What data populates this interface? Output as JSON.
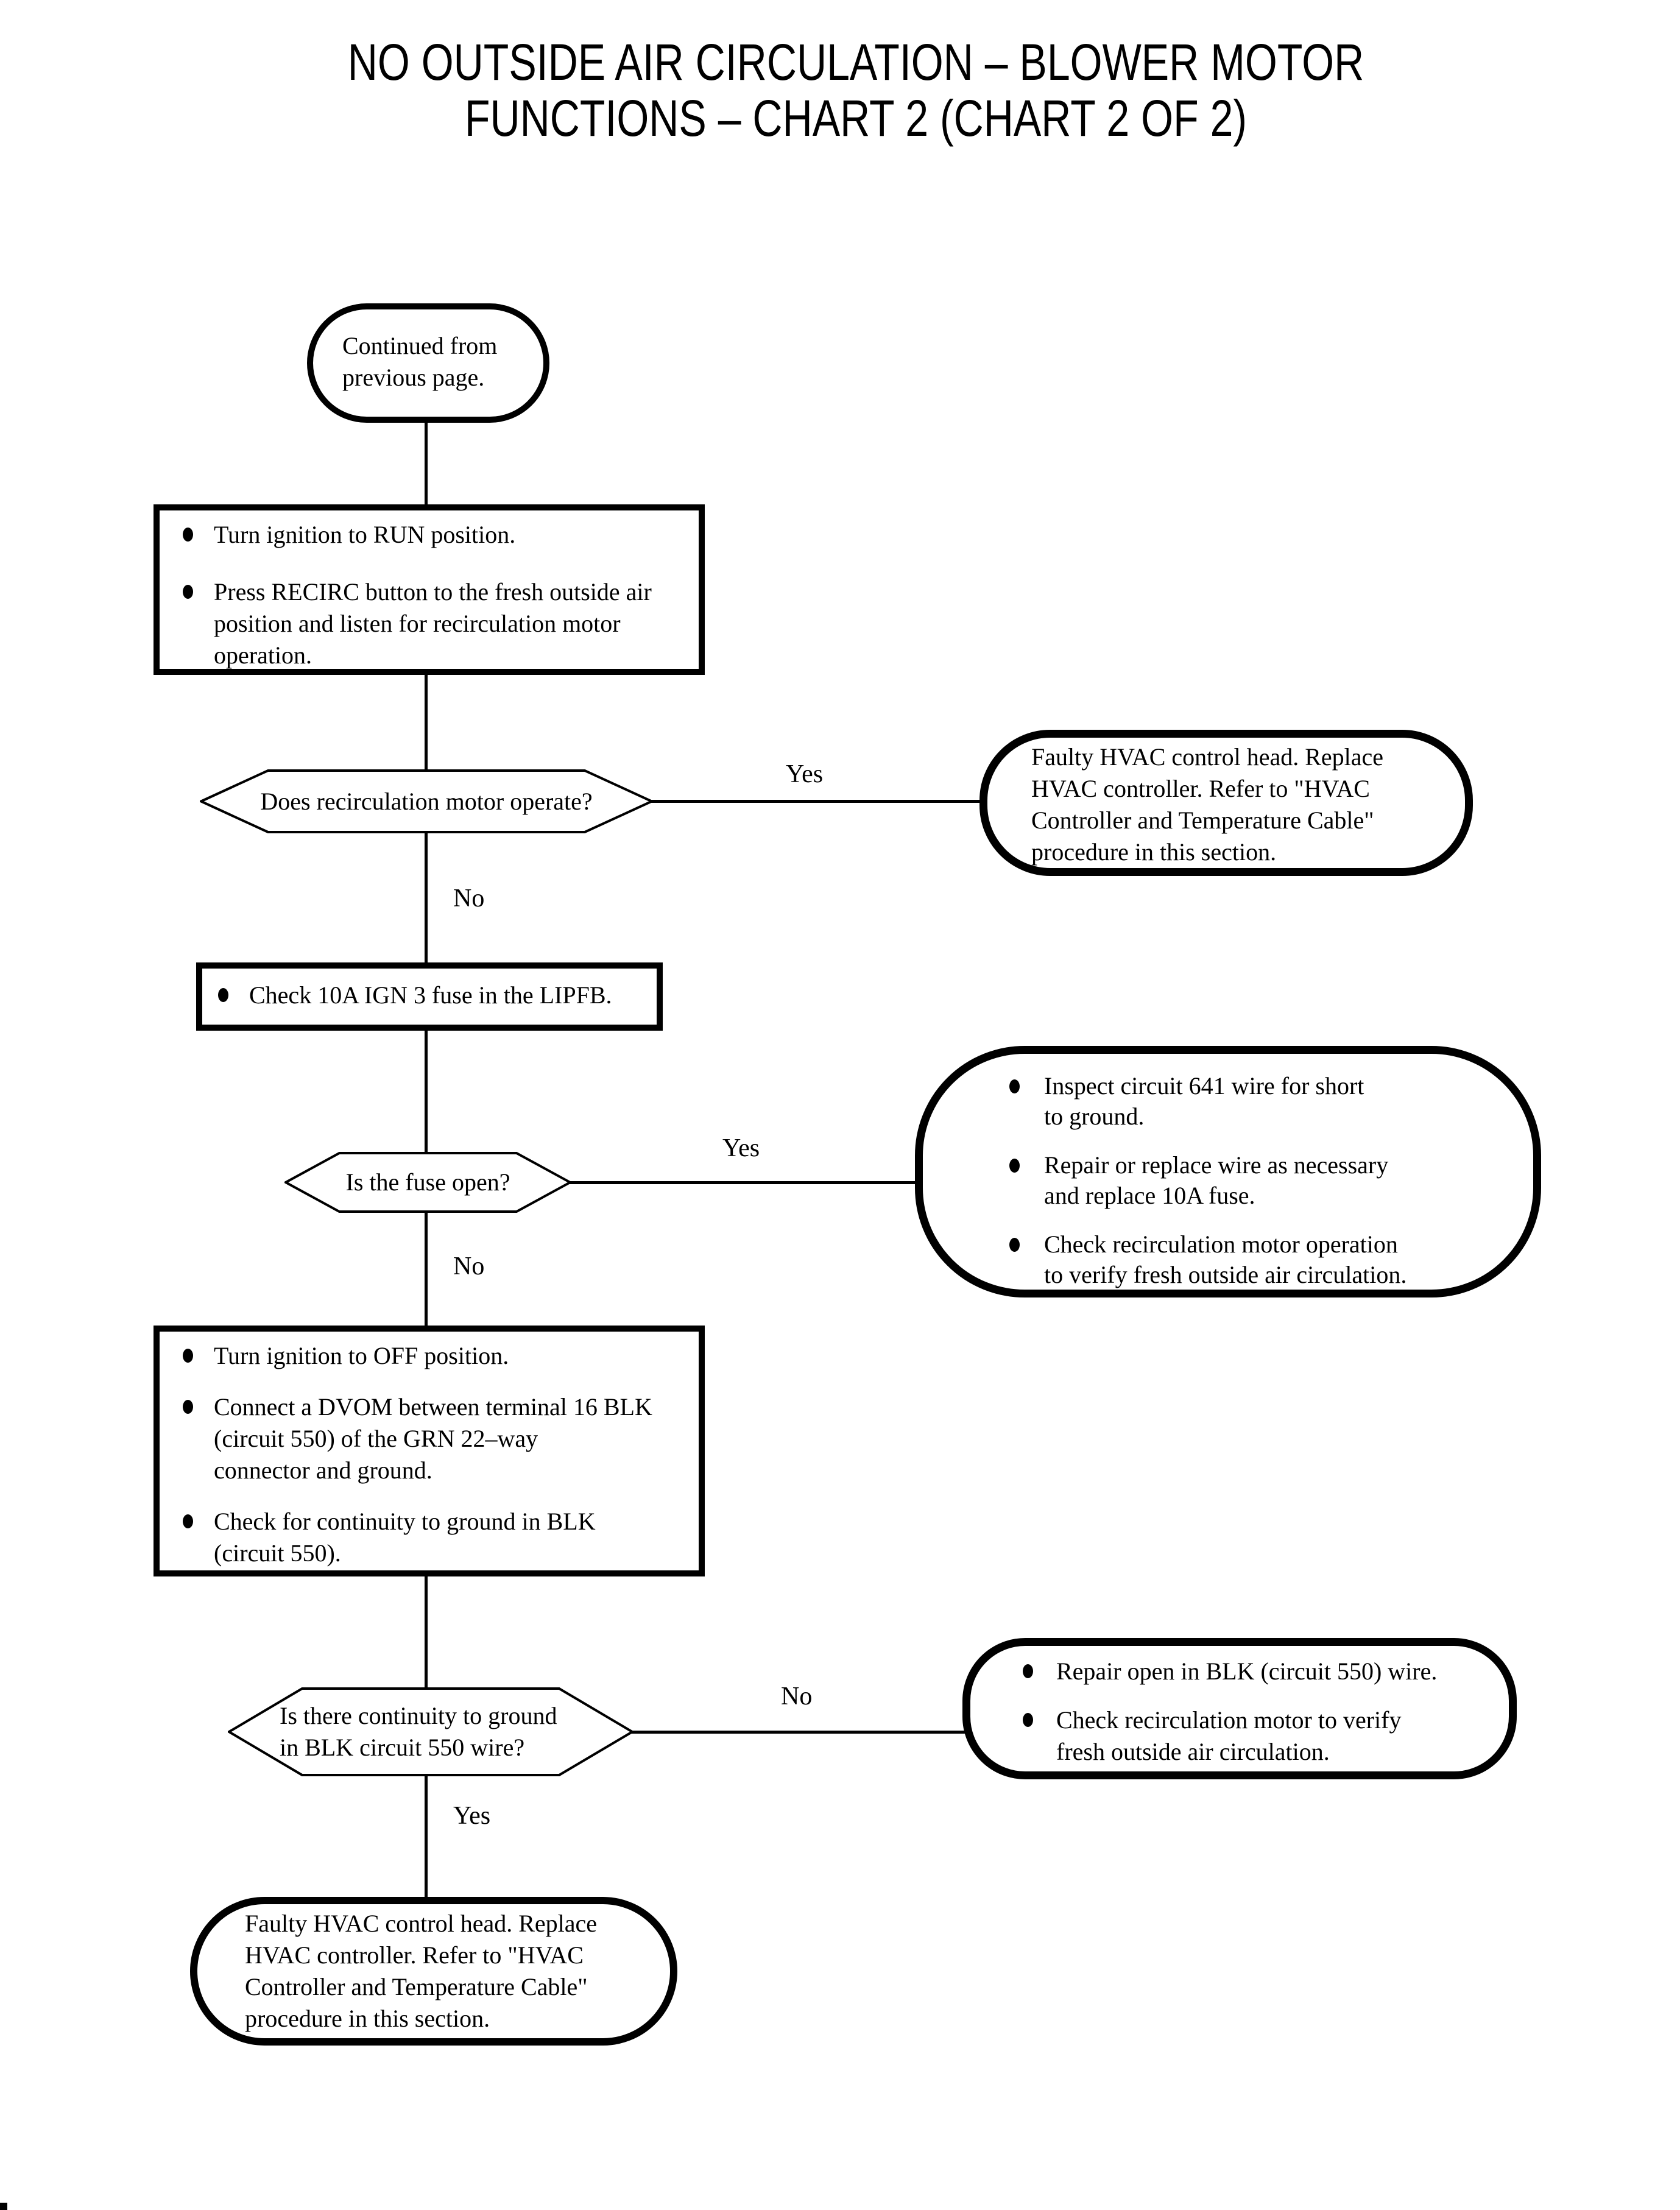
{
  "title": {
    "lines": [
      "NO OUTSIDE AIR CIRCULATION – BLOWER MOTOR",
      "FUNCTIONS – CHART 2 (CHART 2 OF 2)"
    ]
  },
  "start": {
    "lines": [
      "Continued from",
      "previous page."
    ]
  },
  "step1": {
    "bullets": [
      {
        "lines": [
          "Turn ignition to RUN position."
        ]
      },
      {
        "lines": [
          "Press RECIRC button to the fresh outside air",
          "position and listen for recirculation motor",
          "operation."
        ]
      }
    ]
  },
  "decision1": {
    "question": "Does recirculation motor operate?",
    "yes_label": "Yes",
    "no_label": "No"
  },
  "result1": {
    "lines": [
      "Faulty HVAC control head. Replace",
      "HVAC controller. Refer to \"HVAC",
      "Controller and Temperature Cable\"",
      "procedure in this section."
    ]
  },
  "step2": {
    "bullets": [
      {
        "lines": [
          "Check 10A IGN 3 fuse in the LIPFB."
        ]
      }
    ]
  },
  "decision2": {
    "question": "Is the fuse open?",
    "yes_label": "Yes",
    "no_label": "No"
  },
  "result2": {
    "bullets": [
      {
        "lines": [
          "Inspect circuit 641 wire for short",
          "to ground."
        ]
      },
      {
        "lines": [
          "Repair or replace wire as necessary",
          "and replace 10A fuse."
        ]
      },
      {
        "lines": [
          "Check recirculation motor operation",
          "to verify fresh outside air circulation."
        ]
      }
    ]
  },
  "step3": {
    "bullets": [
      {
        "lines": [
          "Turn ignition to OFF position."
        ]
      },
      {
        "lines": [
          "Connect a DVOM between terminal 16 BLK",
          "(circuit 550) of the GRN 22–way",
          "connector and ground."
        ]
      },
      {
        "lines": [
          "Check for continuity to ground in BLK",
          "(circuit 550)."
        ]
      }
    ]
  },
  "decision3": {
    "lines": [
      "Is there continuity to ground",
      "in BLK circuit 550 wire?"
    ],
    "yes_label": "Yes",
    "no_label": "No"
  },
  "result3": {
    "bullets": [
      {
        "lines": [
          "Repair open in BLK (circuit 550) wire."
        ]
      },
      {
        "lines": [
          "Check recirculation motor to verify",
          "fresh outside air circulation."
        ]
      }
    ]
  },
  "end": {
    "lines": [
      "Faulty HVAC control head. Replace",
      "HVAC controller. Refer to \"HVAC",
      "Controller and Temperature Cable\"",
      "procedure in this section."
    ]
  },
  "colors": {
    "ink": "#000000",
    "background": "#ffffff"
  }
}
